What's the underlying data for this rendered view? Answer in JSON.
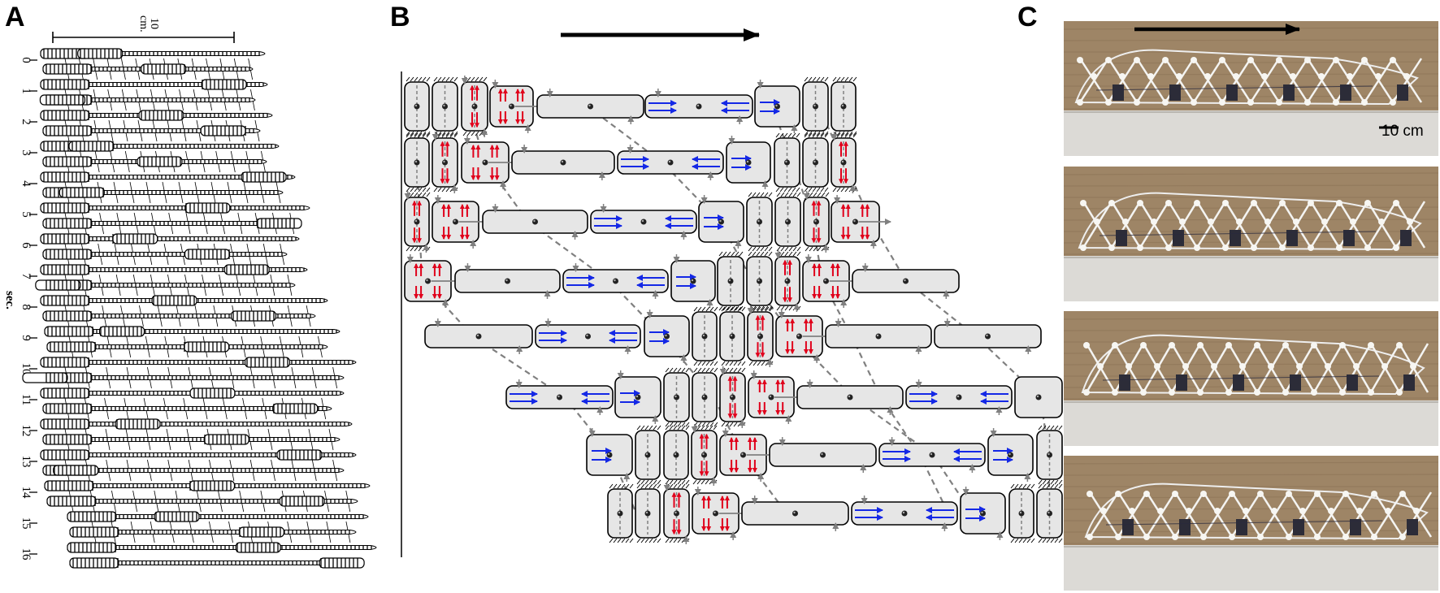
{
  "panels": {
    "a": {
      "label": "A",
      "scale_number": "10",
      "scale_unit": "cm.",
      "time_unit": "sec.",
      "frame_ticks": [
        "0",
        "1",
        "2",
        "3",
        "4",
        "5",
        "6",
        "7",
        "8",
        "9",
        "10",
        "11",
        "12",
        "13",
        "14",
        "15",
        "16"
      ]
    },
    "b": {
      "label": "B"
    },
    "c": {
      "label": "C",
      "scale_label": "10 cm"
    }
  },
  "colors": {
    "actuator_red": "#e0001b",
    "actuator_blue": "#1428e6",
    "segment_fill": "#e6e6e6",
    "trace_gray": "#808080"
  }
}
